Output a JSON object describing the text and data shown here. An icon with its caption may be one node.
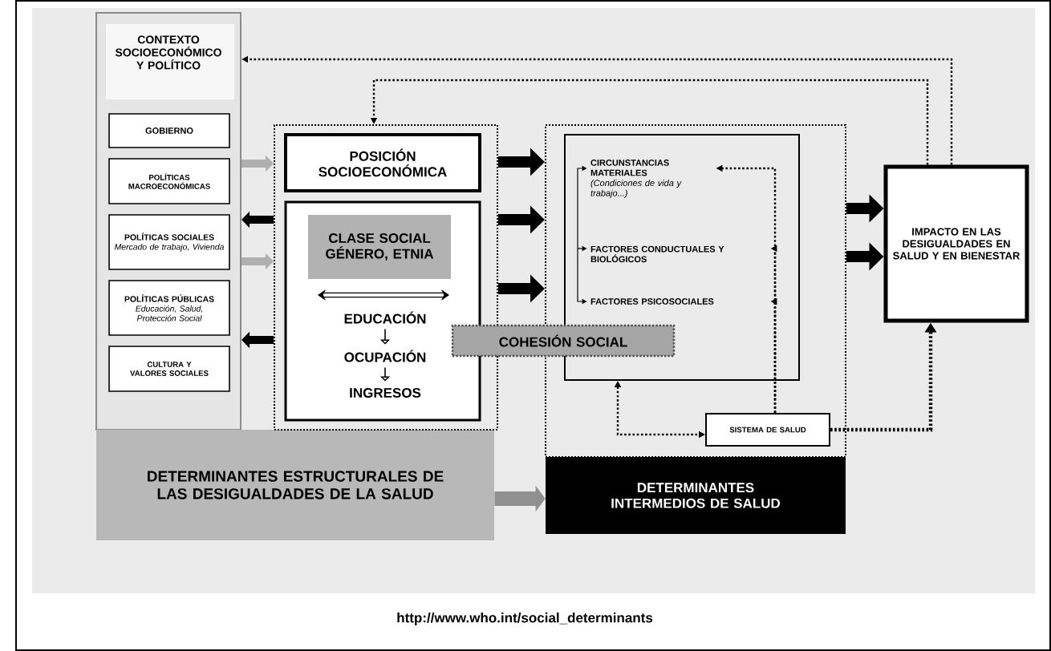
{
  "diagram": {
    "nodes": [
      {
        "text": [
          "CONTEXTO SOCIOECONÓMICO Y POLÍTICO"
        ]
      },
      {
        "text": [
          "GOBIERNO"
        ],
        "in": 0
      },
      {
        "text": [
          "POLÍTICAS MACROECONÓMICAS"
        ],
        "in": 0
      },
      {
        "text": [
          "POLÍTICAS SOCIALES",
          "Mercado de trabajo, Vivienda"
        ],
        "in": 0
      },
      {
        "text": [
          "POLÍTICAS PÚBLICAS",
          "Educación, Salud, Protección Social"
        ],
        "in": 0
      },
      {
        "text": [
          "CULTURA Y VALORES SOCIALES"
        ],
        "in": 0
      },
      {
        "text": [
          "DETERMINANTES ESTRUCTURALES DE LAS DESIGUALDADES DE LA SALUD"
        ]
      },
      {
        "text": [],
        "shape": "box"
      },
      {
        "text": [
          "POSICIÓN SOCIOECONÓMICA"
        ],
        "in": 7
      },
      {
        "text": [],
        "shape": "box",
        "in": 7
      },
      {
        "text": [
          "CLASE SOCIAL GÉNERO, ETNIA"
        ],
        "in": 9
      },
      {
        "text": [
          "EDUCACIÓN"
        ],
        "in": 9
      },
      {
        "text": [
          "OCUPACIÓN"
        ],
        "in": 9
      },
      {
        "text": [
          "INGRESOS"
        ],
        "in": 9
      },
      {
        "text": [
          "COHESIÓN SOCIAL"
        ]
      },
      {
        "text": [],
        "shape": "box"
      },
      {
        "text": [],
        "shape": "box",
        "in": 15
      },
      {
        "text": [
          "CIRCUNSTANCIAS MATERIALES",
          "(Condiciones de vida y trabajo...)"
        ],
        "in": 16
      },
      {
        "text": [
          "FACTORES CONDUCTUALES Y BIOLÓGICOS"
        ],
        "in": 16
      },
      {
        "text": [
          "FACTORES PSICOSOCIALES"
        ],
        "in": 16
      },
      {
        "text": [
          "SISTEMA DE SALUD"
        ],
        "in": 15
      },
      {
        "text": [
          "DETERMINANTES INTERMEDIOS DE SALUD"
        ]
      },
      {
        "text": [
          "IMPACTO EN LAS DESIGUALDADES EN SALUD Y EN BIENESTAR"
        ]
      }
    ],
    "edges": [
      {
        "from": 0,
        "to": 7,
        "arrow": "to",
        "style": "thick",
        "color": "#b0b0b0"
      },
      {
        "from": 7,
        "to": 0,
        "arrow": "to",
        "style": "thick"
      },
      {
        "from": 0,
        "to": 7,
        "arrow": "to",
        "style": "thick",
        "color": "#b0b0b0"
      },
      {
        "from": 7,
        "to": 0,
        "arrow": "to",
        "style": "thick"
      },
      {
        "from": 7,
        "to": 15,
        "arrow": "to",
        "style": "thick"
      },
      {
        "from": 7,
        "to": 15,
        "arrow": "to",
        "style": "thick"
      },
      {
        "from": 7,
        "to": 15,
        "arrow": "to",
        "style": "thick"
      },
      {
        "from": 15,
        "to": 22,
        "arrow": "to",
        "style": "thick"
      },
      {
        "from": 15,
        "to": 22,
        "arrow": "to",
        "style": "thick"
      },
      {
        "from": 6,
        "to": 21,
        "arrow": "to",
        "style": "thick",
        "color": "#909090"
      },
      {
        "from": 22,
        "to": 0,
        "arrow": "to",
        "style": "dashed"
      },
      {
        "from": 22,
        "to": 7,
        "arrow": "to",
        "style": "dashed"
      },
      {
        "from": 20,
        "to": 22,
        "arrow": "to",
        "style": "dashed"
      },
      {
        "from": 16,
        "to": 20,
        "arrow": "both",
        "style": "dashed"
      },
      {
        "from": 11,
        "to": 12,
        "arrow": "to"
      },
      {
        "from": 12,
        "to": 13,
        "arrow": "to"
      },
      {
        "from": 20,
        "to": 17,
        "arrow": "to",
        "style": "dashed"
      },
      {
        "from": 20,
        "to": 18,
        "arrow": "to",
        "style": "dashed"
      },
      {
        "from": 20,
        "to": 19,
        "arrow": "to",
        "style": "dashed"
      },
      {
        "from": 17,
        "to": 19,
        "arrow": "both"
      },
      {
        "from": null,
        "to": 18,
        "arrow": "to"
      }
    ],
    "labels": [
      "http://www.who.int/social_determinants"
    ]
  }
}
